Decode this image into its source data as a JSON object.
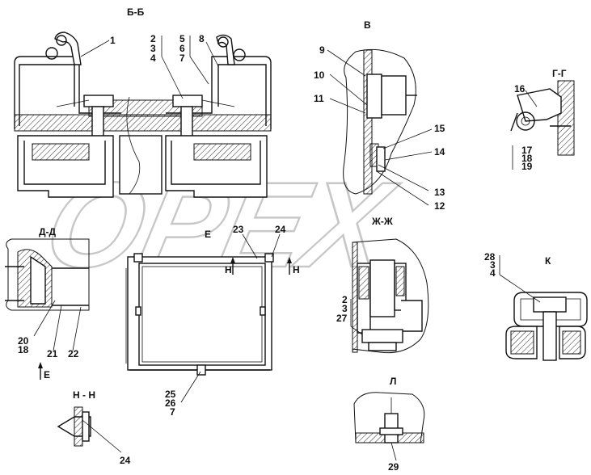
{
  "sections": {
    "bb": "Б-Б",
    "v": "В",
    "gg": "Г-Г",
    "dd": "Д-Д",
    "e": "Е",
    "zhzh": "Ж-Ж",
    "k": "К",
    "nn": "Н - Н",
    "l": "Л"
  },
  "callouts": {
    "c1": "1",
    "c2": "2",
    "c3": "3",
    "c4": "4",
    "c5": "5",
    "c6": "6",
    "c7": "7",
    "c8": "8",
    "c9": "9",
    "c10": "10",
    "c11": "11",
    "c12": "12",
    "c13": "13",
    "c14": "14",
    "c15": "15",
    "c16": "16",
    "c17": "17",
    "c18": "18",
    "c19": "19",
    "c20": "20",
    "c18b": "18",
    "c21": "21",
    "c22": "22",
    "c23": "23",
    "c24": "24",
    "c25": "25",
    "c26": "26",
    "c7b": "7",
    "c2b": "2",
    "c3b": "3",
    "c27": "27",
    "c28": "28",
    "c3c": "3",
    "c4b": "4",
    "c24b": "24",
    "c29": "29"
  },
  "view_markers": {
    "h1": "Н",
    "h2": "Н",
    "e": "Е"
  },
  "watermark": "OPEX"
}
